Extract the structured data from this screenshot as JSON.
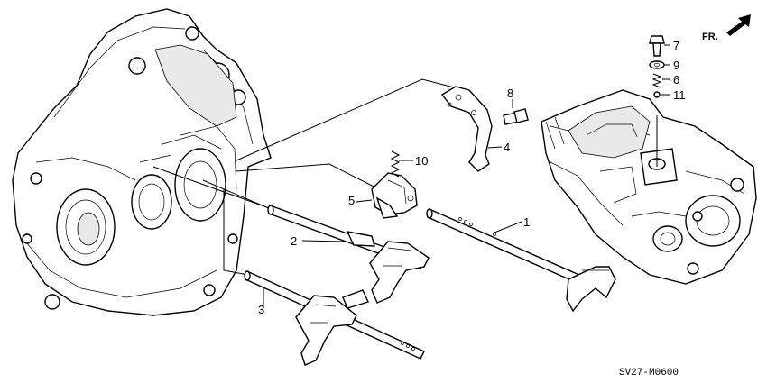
{
  "diagram_code": "SV27-M0600",
  "direction_label": "FR.",
  "callouts": [
    {
      "id": "1",
      "label": "1"
    },
    {
      "id": "2",
      "label": "2"
    },
    {
      "id": "3",
      "label": "3"
    },
    {
      "id": "4",
      "label": "4"
    },
    {
      "id": "5",
      "label": "5"
    },
    {
      "id": "6",
      "label": "6"
    },
    {
      "id": "7",
      "label": "7"
    },
    {
      "id": "8",
      "label": "8"
    },
    {
      "id": "9",
      "label": "9"
    },
    {
      "id": "10",
      "label": "10"
    },
    {
      "id": "11",
      "label": "11"
    }
  ]
}
